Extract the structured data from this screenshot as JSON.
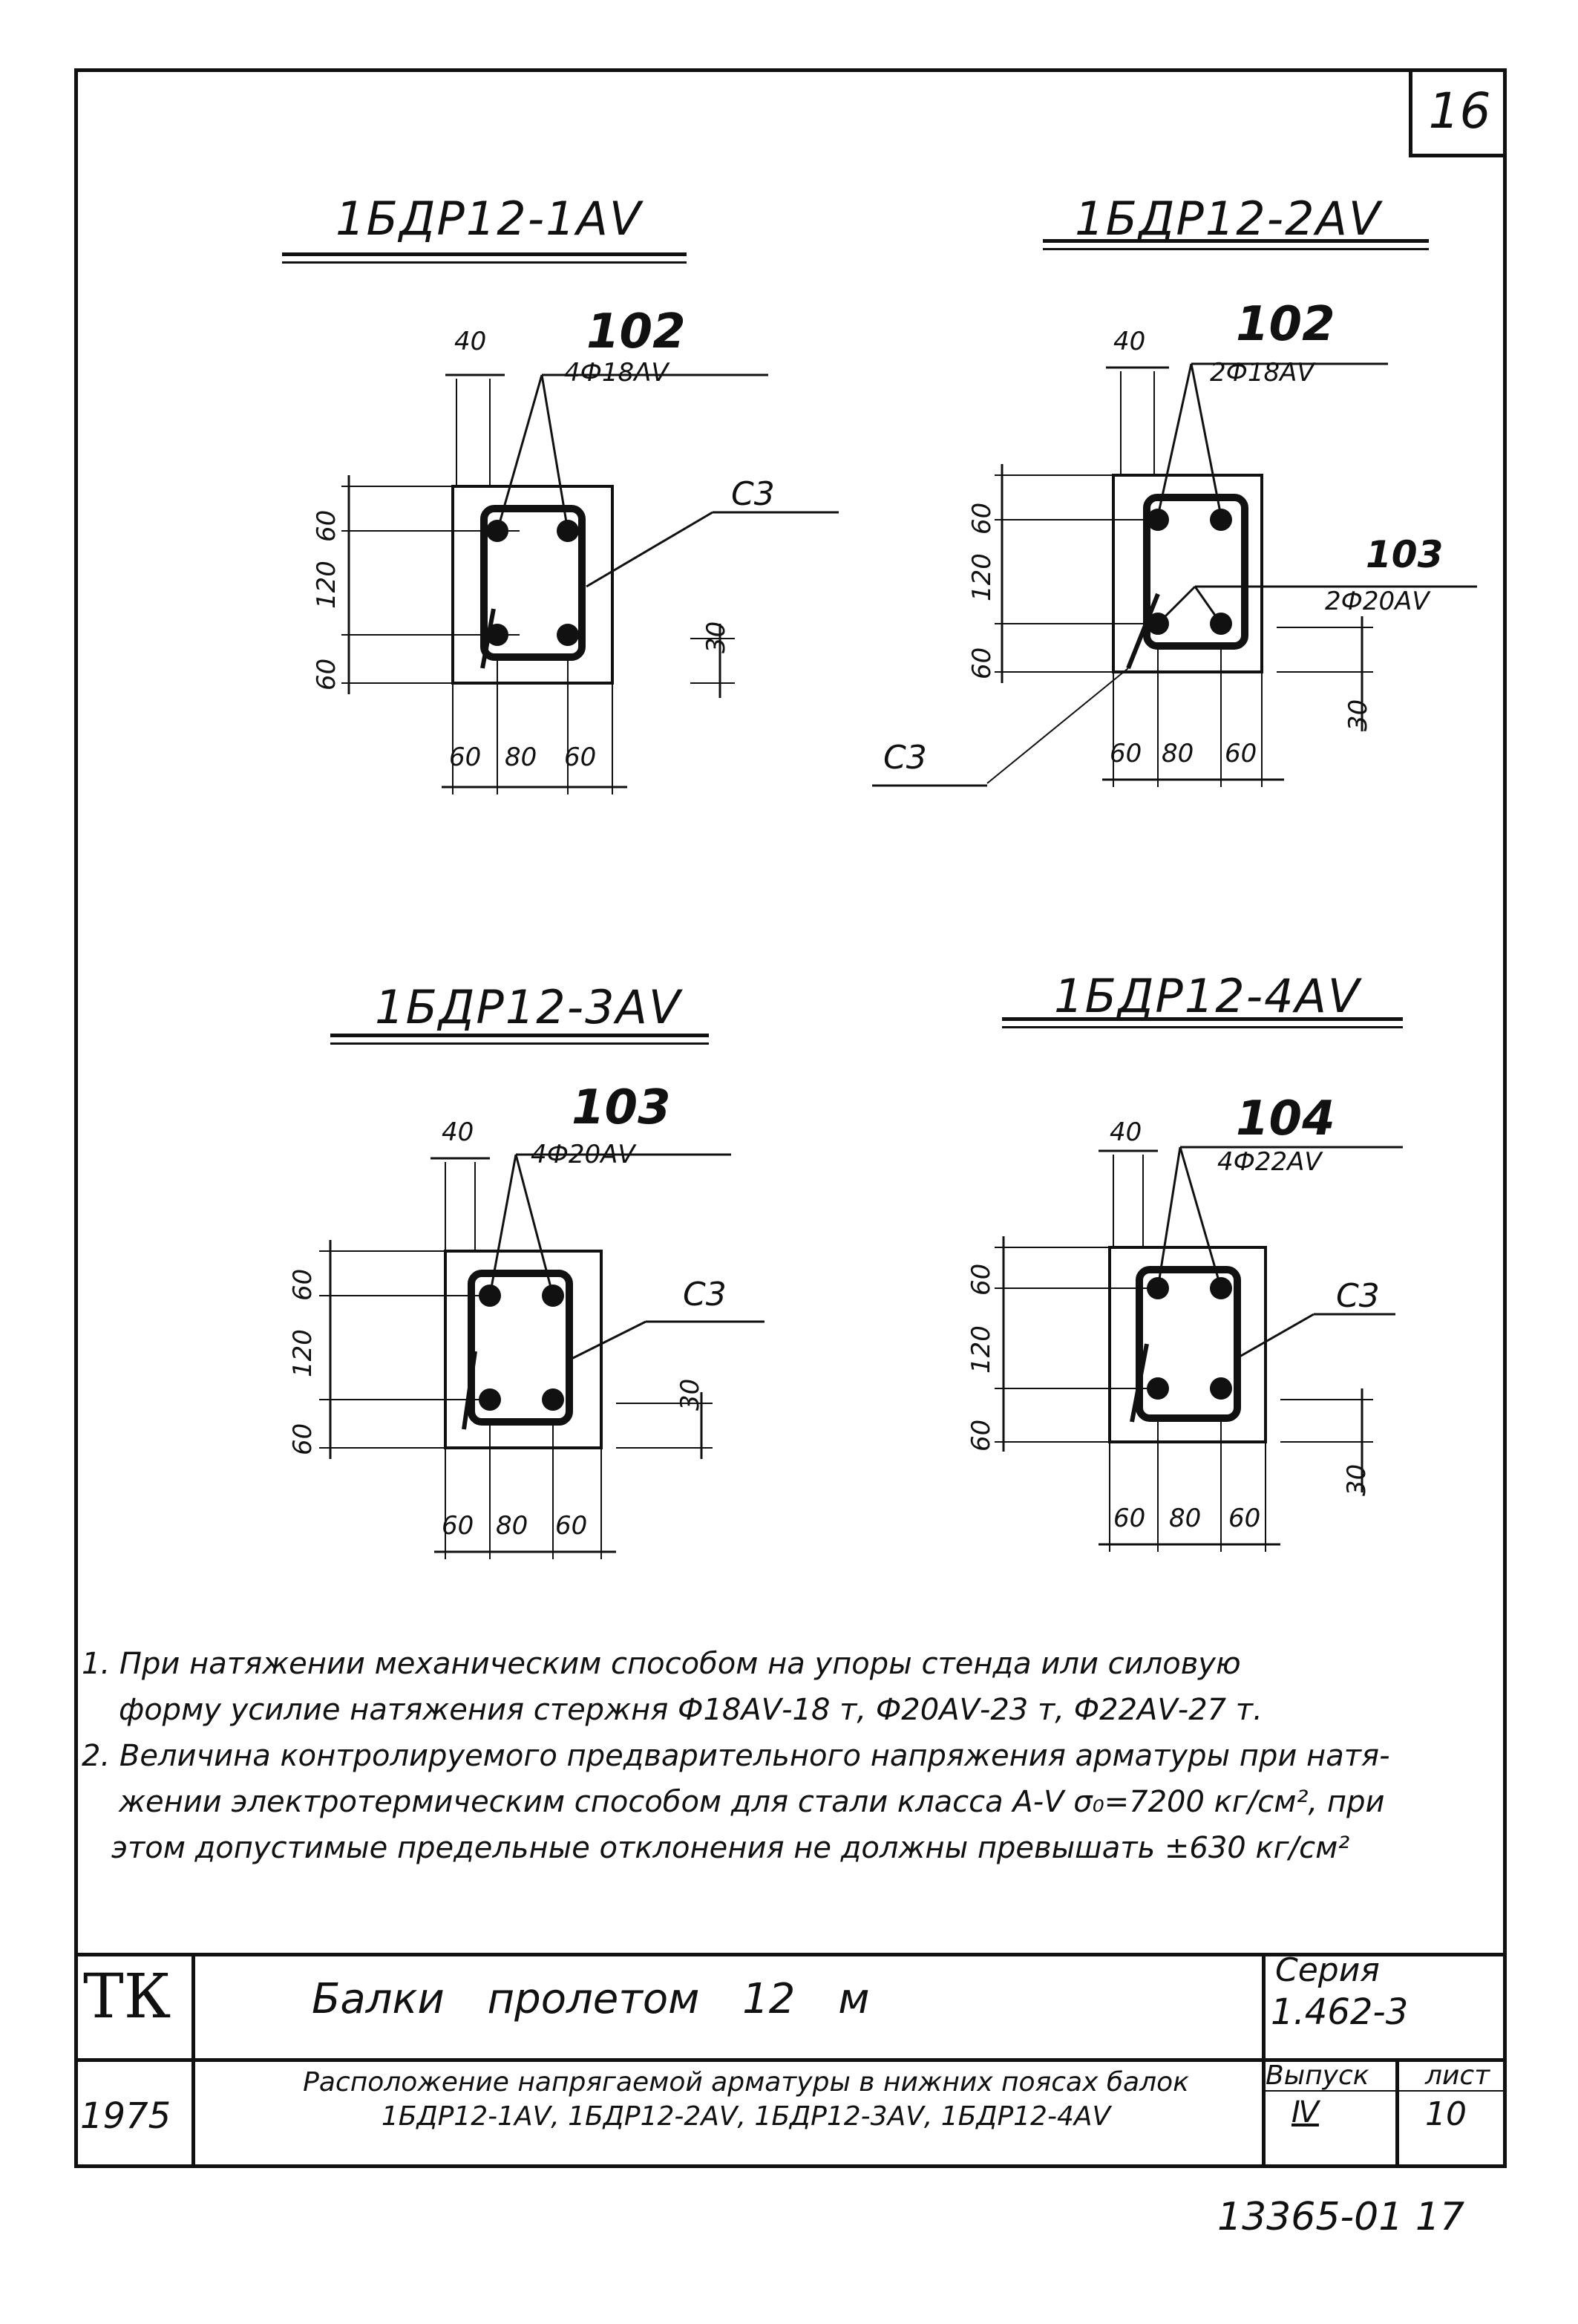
{
  "page_number": "16",
  "sections": [
    {
      "title": "1БДР12-1АⅤ",
      "bar_mark": "102",
      "bar_spec": "4Ф18АⅤ",
      "clip": "С3",
      "left_dims": [
        "60",
        "120",
        "60"
      ],
      "bottom_dims": [
        "60",
        "80",
        "60"
      ],
      "top_dim": "40",
      "side_dim": "30"
    },
    {
      "title": "1БДР12-2АⅤ",
      "bar_mark": "102",
      "bar_spec": "2Ф18АⅤ",
      "bar_mark_2": "103",
      "bar_spec_2": "2Ф20АⅤ",
      "clip": "С3",
      "left_dims": [
        "60",
        "120",
        "60"
      ],
      "bottom_dims": [
        "60",
        "80",
        "60"
      ],
      "top_dim": "40",
      "side_dim": "30"
    },
    {
      "title": "1БДР12-3АⅤ",
      "bar_mark": "103",
      "bar_spec": "4Ф20АⅤ",
      "clip": "С3",
      "left_dims": [
        "60",
        "120",
        "60"
      ],
      "bottom_dims": [
        "60",
        "80",
        "60"
      ],
      "top_dim": "40",
      "side_dim": "30"
    },
    {
      "title": "1БДР12-4АⅤ",
      "bar_mark": "104",
      "bar_spec": "4Ф22АⅤ",
      "clip": "С3",
      "left_dims": [
        "60",
        "120",
        "60"
      ],
      "bottom_dims": [
        "60",
        "80",
        "60"
      ],
      "top_dim": "40",
      "side_dim": "30"
    }
  ],
  "notes": [
    "1. При натяжении механическим способом на упоры стенда или силовую",
    "форму усилие натяжения стержня Ф18АⅤ-18 т, Ф20АⅤ-23 т, Ф22АⅤ-27 т.",
    "2. Величина контролируемого предварительного напряжения арматуры при натя-",
    "жении электротермическим способом для стали класса А-Ⅴ σ₀=7200 кг/см², при",
    "этом допустимые предельные отклонения не должны превышать ±630 кг/см²"
  ],
  "title_block": {
    "org": "ТК",
    "year": "1975",
    "title": "Балки пролетом 12 м",
    "series_label": "Серия",
    "series_value": "1.462-3",
    "subtitle_line1": "Расположение напрягаемой арматуры в нижних поясах балок",
    "subtitle_line2": "1БДР12-1АⅤ, 1БДР12-2АⅤ, 1БДР12-3АⅤ, 1БДР12-4АⅤ",
    "issue_label": "Выпуск",
    "issue_value": "Ⅳ",
    "sheet_label": "лист",
    "sheet_value": "10"
  },
  "doc_number": "13365-01 17"
}
